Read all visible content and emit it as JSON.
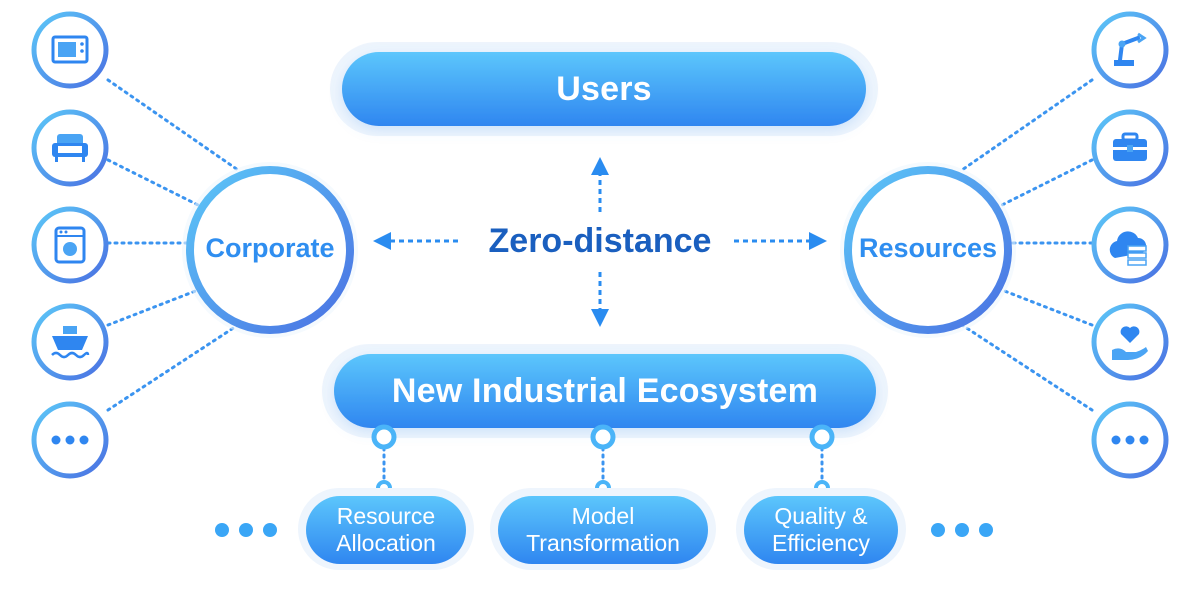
{
  "diagram": {
    "top": {
      "label": "Users"
    },
    "center": {
      "label": "Zero-distance"
    },
    "left_hub": {
      "label": "Corporate"
    },
    "right_hub": {
      "label": "Resources"
    },
    "bottom": {
      "label": "New Industrial Ecosystem"
    },
    "sub_nodes": [
      {
        "line1": "Resource",
        "line2": "Allocation"
      },
      {
        "line1": "Model",
        "line2": "Transformation"
      },
      {
        "line1": "Quality &",
        "line2": "Efficiency"
      }
    ],
    "left_icons": [
      "tv-icon",
      "sofa-icon",
      "washing-machine-icon",
      "ship-icon",
      "more-dots-icon"
    ],
    "right_icons": [
      "robot-arm-icon",
      "briefcase-icon",
      "cloud-server-icon",
      "heart-hand-icon",
      "more-dots-icon"
    ]
  },
  "colors": {
    "accent": "#3a97f3",
    "accent_light": "#5cc0fb",
    "dark_text": "#1a5fbf",
    "hub_ring": "#4a7ee6"
  }
}
